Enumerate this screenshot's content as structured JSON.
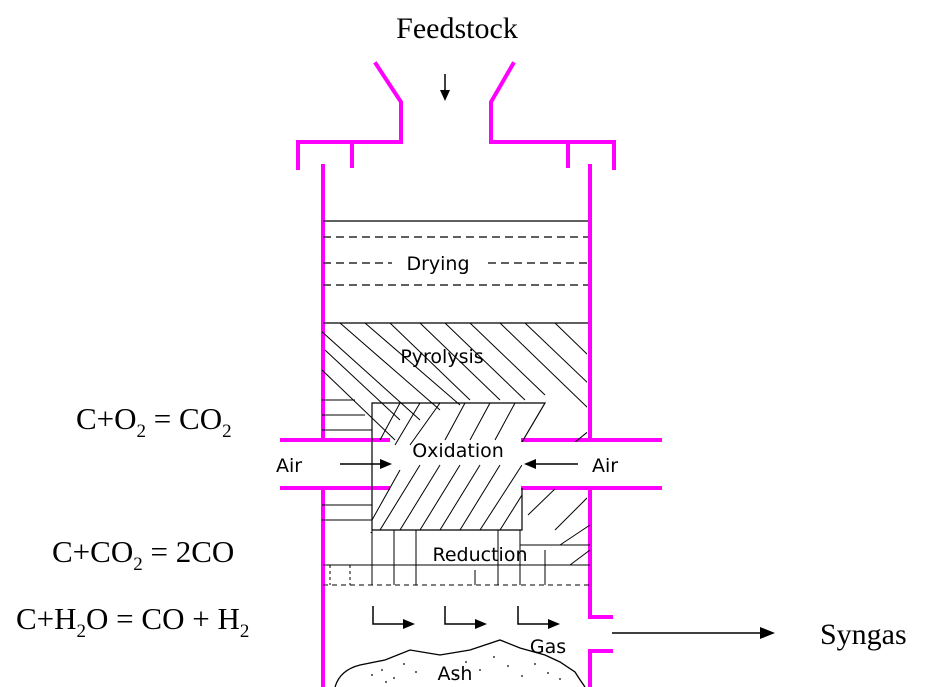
{
  "diagram": {
    "labels": {
      "feedstock": "Feedstock",
      "drying": "Drying",
      "pyrolysis": "Pyrolysis",
      "oxidation": "Oxidation",
      "reduction": "Reduction",
      "air_left": "Air",
      "air_right": "Air",
      "gas": "Gas",
      "ash": "Ash",
      "syngas": "Syngas"
    },
    "equations": {
      "eq1": {
        "a": "C+O",
        "a_sub": "2",
        "b": " = CO",
        "b_sub": "2"
      },
      "eq2": {
        "a": "C+CO",
        "a_sub": "2",
        "b": " = 2CO"
      },
      "eq3": {
        "a": "C+H",
        "a_sub": "2",
        "b": "O = CO + H",
        "b_sub": "2"
      }
    },
    "colors": {
      "wall": "#ff00ff",
      "line": "#000000"
    }
  }
}
